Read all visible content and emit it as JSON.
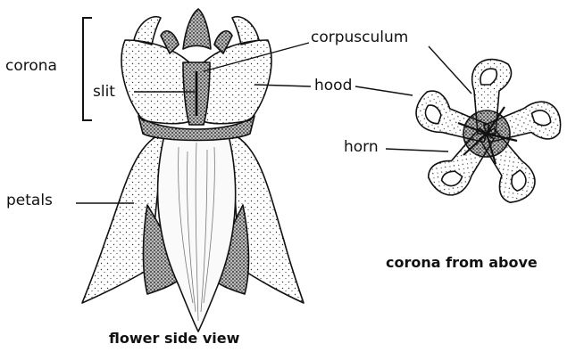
{
  "labels": {
    "corona": "corona",
    "slit": "slit",
    "petals": "petals",
    "corpusculum": "corpusculum",
    "hood": "hood",
    "horn": "horn"
  },
  "captions": {
    "side_view": "flower side view",
    "from_above": "corona from above"
  }
}
